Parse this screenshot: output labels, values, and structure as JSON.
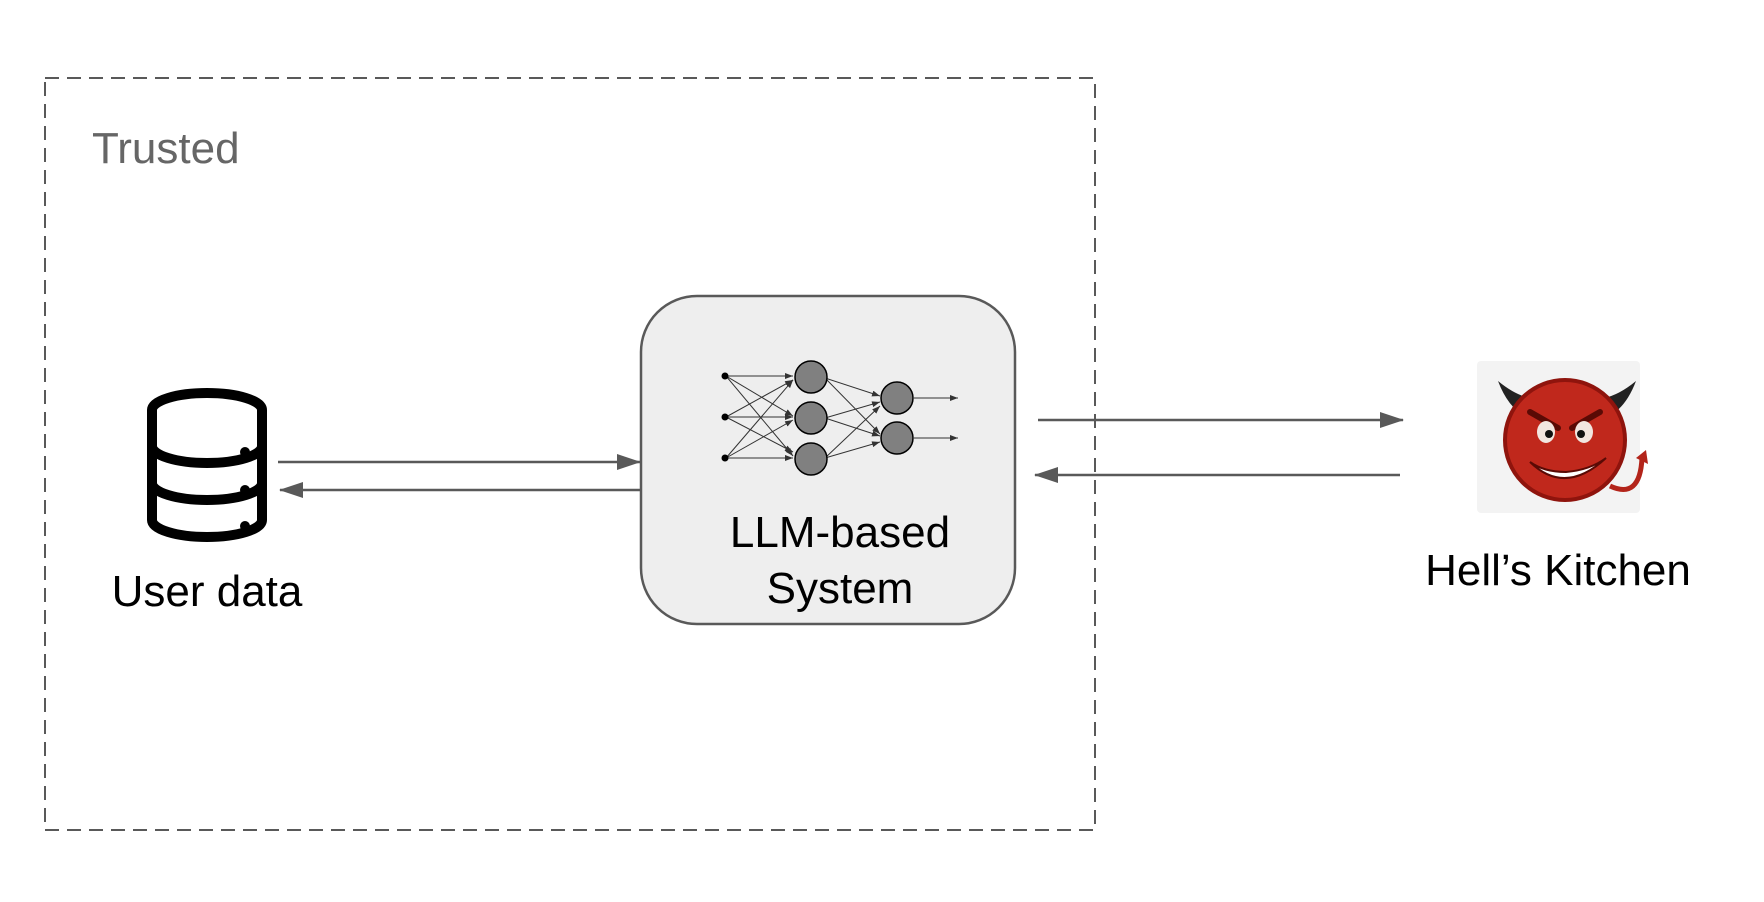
{
  "boundary": {
    "label": "Trusted"
  },
  "nodes": {
    "user_data": {
      "label": "User data",
      "icon": "database-icon"
    },
    "llm_system": {
      "label_line1": "LLM-based",
      "label_line2": "System",
      "icon": "neural-network-icon"
    },
    "attacker": {
      "label": "Hell’s Kitchen",
      "icon": "devil-icon"
    }
  },
  "edges": [
    {
      "from": "user_data",
      "to": "llm_system"
    },
    {
      "from": "llm_system",
      "to": "user_data"
    },
    {
      "from": "llm_system",
      "to": "attacker"
    },
    {
      "from": "attacker",
      "to": "llm_system"
    }
  ],
  "colors": {
    "boundary_stroke": "#595959",
    "box_fill": "#eeeeee",
    "box_stroke": "#595959",
    "arrow": "#595959",
    "neuron_fill": "#808080",
    "devil_red": "#c0281c",
    "devil_dark": "#8f140d",
    "devil_bg": "#f3f3f3"
  }
}
